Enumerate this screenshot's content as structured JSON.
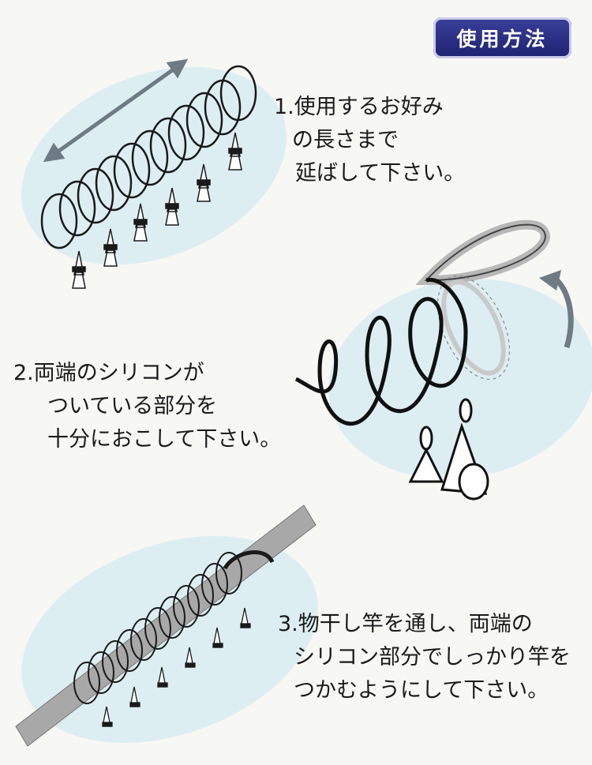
{
  "header": {
    "title": "使用方法"
  },
  "steps": [
    {
      "lines": [
        "1.使用するお好み",
        "の長さまで",
        "延ばして下さい。"
      ]
    },
    {
      "lines": [
        "2.両端のシリコンが",
        "ついている部分を",
        "十分におこして下さい。"
      ]
    },
    {
      "lines": [
        "3.物干し竿を通し、両端の",
        "シリコン部分でしっかり竿を",
        "つかむようにして下さい。"
      ]
    }
  ],
  "colors": {
    "badge": "#262b80",
    "blob": "#dceef2",
    "pole": "#a8a8a8",
    "arrow": "#6e7a84"
  }
}
